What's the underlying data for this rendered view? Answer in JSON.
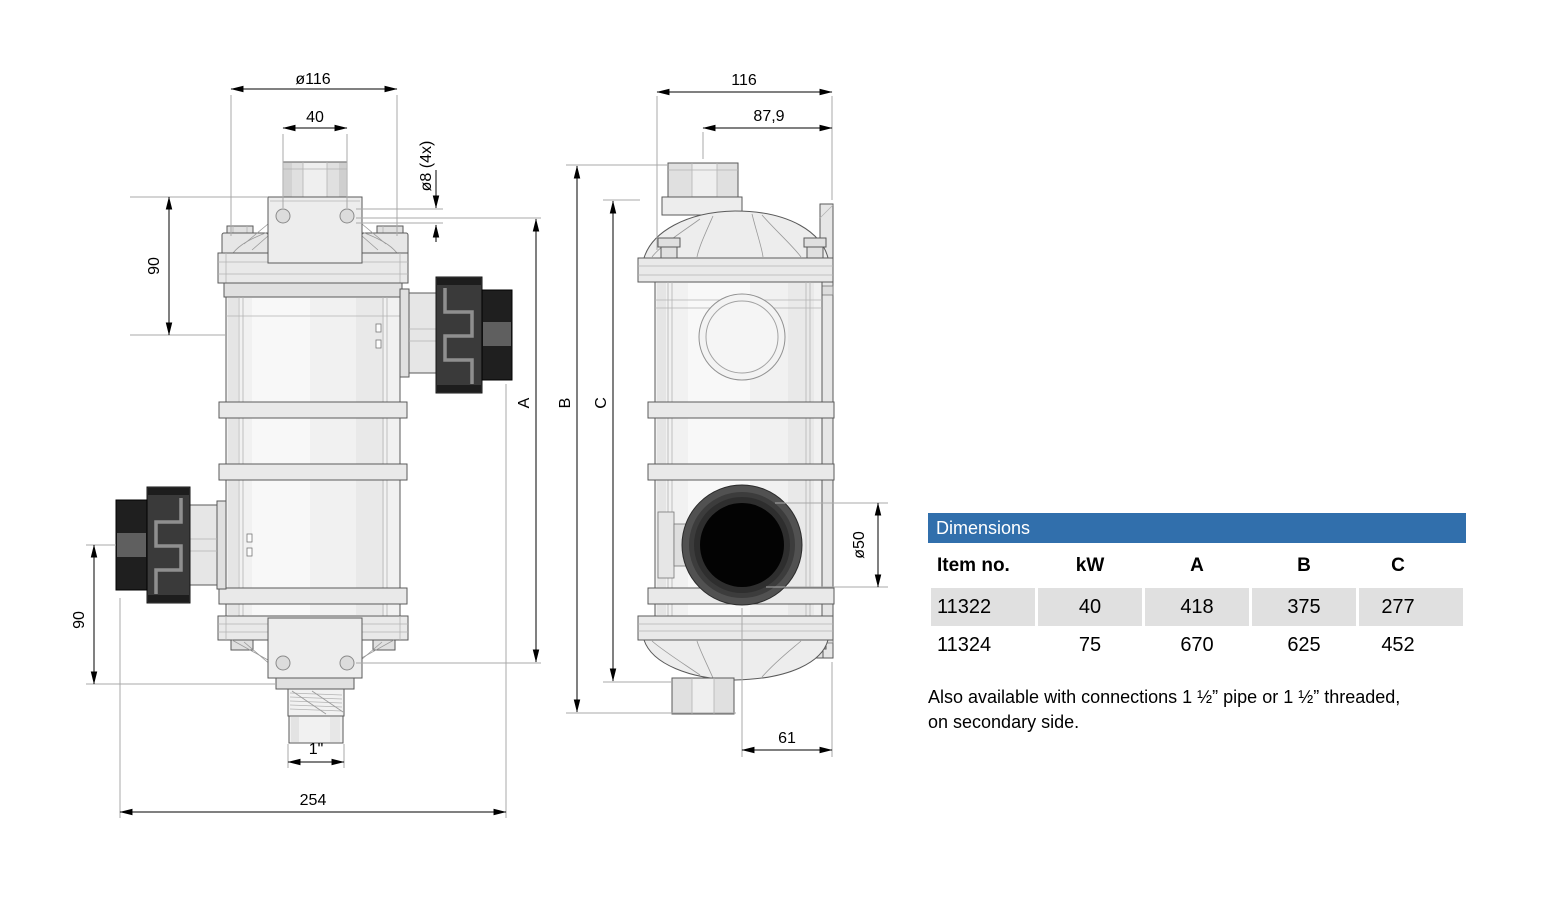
{
  "page": {
    "background": "#ffffff"
  },
  "dimensions_table": {
    "title": "Dimensions",
    "columns": [
      "Item no.",
      "kW",
      "A",
      "B",
      "C"
    ],
    "rows": [
      {
        "item_no": "11322",
        "kw": "40",
        "a": "418",
        "b": "375",
        "c": "277"
      },
      {
        "item_no": "11324",
        "kw": "75",
        "a": "670",
        "b": "625",
        "c": "452"
      }
    ]
  },
  "note": {
    "line1": "Also available with connections 1 ½” pipe or 1 ½” threaded,",
    "line2": "on secondary side."
  },
  "drawing": {
    "front_view": {
      "dimensions": {
        "flange_diameter": "ø116",
        "plug_width": "40",
        "hole_diameter": "ø8 (4x)",
        "top_port_offset": "90",
        "bottom_port_offset": "90",
        "dim_a": "A",
        "thread_size": "1\"",
        "total_width": "254"
      }
    },
    "side_view": {
      "dimensions": {
        "depth": "116",
        "port_to_bracket": "87,9",
        "dim_b": "B",
        "dim_c": "C",
        "union_diameter": "ø50",
        "axis_to_bracket": "61"
      }
    }
  },
  "colors": {
    "table_header_blue": "#316fac",
    "table_row_alt": "#e0e0e0",
    "drawing_outline": "#5a5a5a",
    "dimension_line": "#000000",
    "extension_line": "#a9a9a9",
    "union_dark": "#1f1f1f"
  }
}
